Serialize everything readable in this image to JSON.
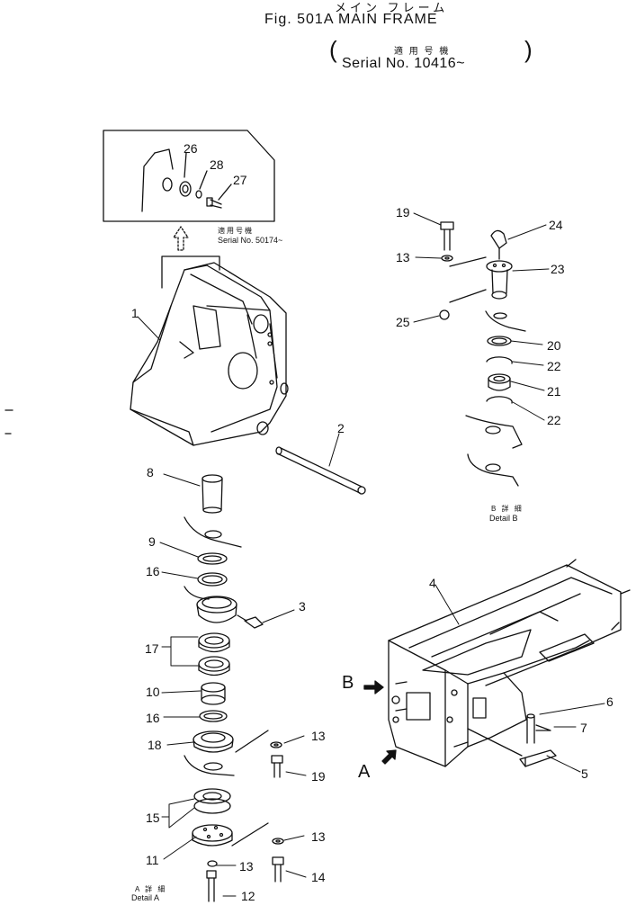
{
  "header": {
    "title_jp": "メイン フレーム",
    "title_en": "Fig. 501A  MAIN  FRAME",
    "applicable_jp": "適 用 号 機",
    "serial": "Serial  No. 10416~",
    "paren_open": "(",
    "paren_close": ")"
  },
  "inset": {
    "applicable_jp": "適用号機",
    "serial": "Serial No. 50174~"
  },
  "detail_a": {
    "jp": "A 詳 細",
    "en": "Detail  A"
  },
  "detail_b": {
    "jp": "B 詳 細",
    "en": "Detail  B"
  },
  "view_markers": {
    "a": "A",
    "b": "B"
  },
  "callouts": {
    "c1": "1",
    "c2": "2",
    "c3": "3",
    "c4": "4",
    "c5": "5",
    "c6": "6",
    "c7": "7",
    "c8": "8",
    "c9": "9",
    "c10": "10",
    "c11": "11",
    "c12": "12",
    "c13a": "13",
    "c13b": "13",
    "c13c": "13",
    "c13d": "13",
    "c14": "14",
    "c15": "15",
    "c16a": "16",
    "c16b": "16",
    "c17": "17",
    "c18": "18",
    "c19a": "19",
    "c19b": "19",
    "c20": "20",
    "c21": "21",
    "c22a": "22",
    "c22b": "22",
    "c23": "23",
    "c24": "24",
    "c25": "25",
    "c26": "26",
    "c27": "27",
    "c28": "28"
  }
}
